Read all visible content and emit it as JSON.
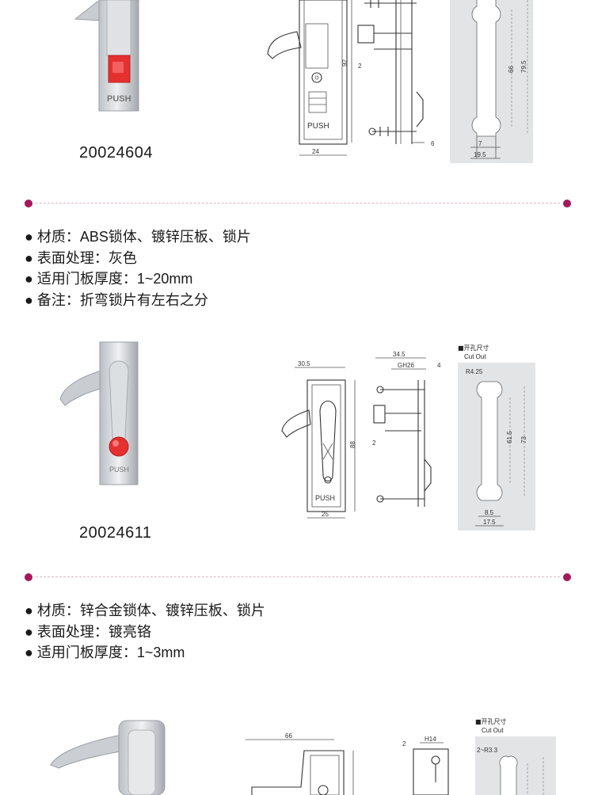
{
  "colors": {
    "divider_dot": "#a3195b",
    "divider_line": "#d8b8c8",
    "metal_light": "#e8eaec",
    "metal_dark": "#a9adb2",
    "red_button": "#e53030",
    "cutout_bg": "#e3e4e6"
  },
  "section1": {
    "product_code": "20024604",
    "drawing": {
      "dim_height": "92",
      "dim_width": "24",
      "dim_offset": "2",
      "dim_depth": "6",
      "cut_height_inner": "66",
      "cut_height_outer": "79.5",
      "cut_width_inner": "7",
      "cut_width_outer": "19.5",
      "push_label": "PUSH"
    },
    "specs": [
      "材质：ABS锁体、镀锌压板、锁片",
      "表面处理：灰色",
      "适用门板厚度：1~20mm",
      "备注：折弯锁片有左右之分"
    ]
  },
  "section2": {
    "product_code": "20024611",
    "drawing": {
      "dim_top": "30.5",
      "dim_height": "88",
      "dim_width": "25",
      "dim_offset": "2",
      "dim_depth_total": "34.5",
      "dim_gh": "GH26",
      "dim_4": "4",
      "cut_title": "■开孔尺寸",
      "cut_title_en": "Cut Out",
      "cut_radius": "R4.25",
      "cut_height_inner": "61.5",
      "cut_height_outer": "73",
      "cut_width_inner": "8.5",
      "cut_width_outer": "17.5",
      "push_label": "PUSH"
    },
    "specs": [
      "材质：锌合金锁体、镀锌压板、锁片",
      "表面处理：镀亮铬",
      "适用门板厚度：1~3mm"
    ]
  },
  "section3": {
    "drawing": {
      "dim_width": "66",
      "dim_offset": "2",
      "dim_h": "H14",
      "cut_title": "■开孔尺寸",
      "cut_title_en": "Cut Out",
      "cut_radius": "2~R3.3"
    }
  }
}
